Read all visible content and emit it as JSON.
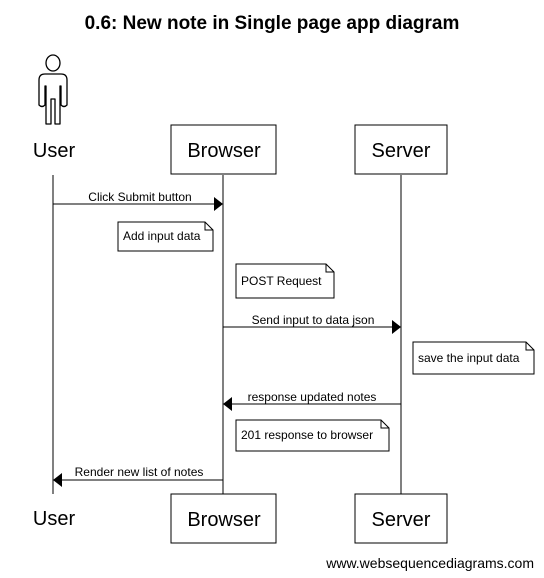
{
  "title": "0.6: New note in Single page app diagram",
  "participants": [
    {
      "id": "user",
      "label": "User",
      "kind": "actor"
    },
    {
      "id": "browser",
      "label": "Browser",
      "kind": "box"
    },
    {
      "id": "server",
      "label": "Server",
      "kind": "box"
    }
  ],
  "events": [
    {
      "type": "message",
      "from": "user",
      "to": "browser",
      "label": "Click Submit button"
    },
    {
      "type": "note",
      "at": "browser",
      "side": "left",
      "text": "Add input data"
    },
    {
      "type": "note",
      "at": "browser",
      "side": "right",
      "text": "POST Request"
    },
    {
      "type": "message",
      "from": "browser",
      "to": "server",
      "label": "Send input to data json"
    },
    {
      "type": "note",
      "at": "server",
      "side": "right",
      "text": "save the input data"
    },
    {
      "type": "message",
      "from": "server",
      "to": "browser",
      "label": "response updated notes"
    },
    {
      "type": "note",
      "at": "browser",
      "side": "right",
      "text": "201 response to browser"
    },
    {
      "type": "message",
      "from": "browser",
      "to": "user",
      "label": "Render new list of notes"
    }
  ],
  "footer": "www.websequencediagrams.com",
  "colors": {
    "line": "#000000",
    "background": "#ffffff",
    "box_fill": "#ffffff"
  }
}
